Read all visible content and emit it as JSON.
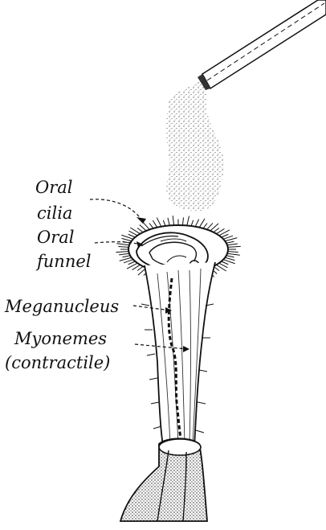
{
  "figure": {
    "labels": {
      "oral_cilia": [
        "Oral",
        "cilia"
      ],
      "oral_funnel": [
        "Oral",
        "funnel"
      ],
      "meganucleus": "Meganucleus",
      "myonemes": [
        "Myonemes",
        "(contractile)"
      ]
    },
    "ink_color": "#111111",
    "paper_color": "#ffffff"
  }
}
